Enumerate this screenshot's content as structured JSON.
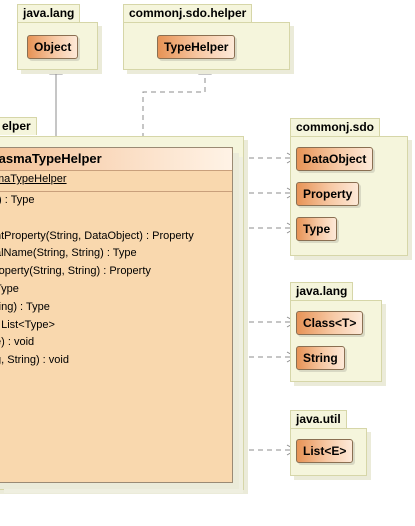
{
  "packages": {
    "java_lang_top": {
      "name": "java.lang",
      "classes": [
        "Object"
      ]
    },
    "sdo_helper": {
      "name": "commonj.sdo.helper",
      "classes": [
        "TypeHelper"
      ]
    },
    "local": {
      "name": "elper"
    },
    "sdo": {
      "name": "commonj.sdo",
      "classes": [
        "DataObject",
        "Property",
        "Type"
      ]
    },
    "java_lang_right": {
      "name": "java.lang",
      "classes": [
        "Class<T>",
        "String"
      ]
    },
    "java_util": {
      "name": "java.util",
      "classes": [
        "List<E>"
      ]
    }
  },
  "main_class": {
    "name": "lasmaTypeHelper",
    "attributes": [
      "maTypeHelper"
    ],
    "operations": [
      "t) : Type",
      "",
      "ntProperty(String, DataObject) : Property",
      "alName(String, String) : Type",
      "roperty(String, String) : Property",
      "Type",
      "ring) : Type",
      "  List<Type>",
      "e) : void",
      "g, String) : void"
    ]
  }
}
